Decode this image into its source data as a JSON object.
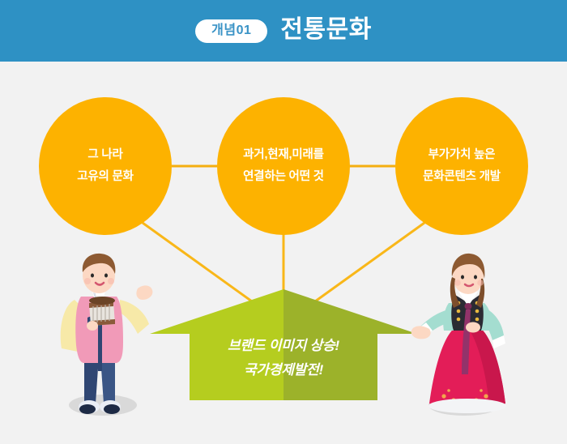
{
  "header": {
    "badge_label": "개념01",
    "title": "전통문화",
    "background_color": "#2e91c4",
    "badge_background": "#ffffff",
    "badge_text_color": "#3a93c6"
  },
  "palette": {
    "page_background": "#f2f2f2",
    "circle_fill": "#fdb200",
    "connector_line": "#f4ae10",
    "arrow_light_green": "#b5cd1f",
    "arrow_dark_green": "#9cb22a",
    "text_white": "#ffffff"
  },
  "concepts": [
    {
      "id": "concept-1",
      "line1": "그 나라",
      "line2": "고유의 문화"
    },
    {
      "id": "concept-2",
      "line1": "과거,현재,미래를",
      "line2": "연결하는 어떤 것"
    },
    {
      "id": "concept-3",
      "line1": "부가가치 높은",
      "line2": "문화콘텐츠 개발"
    }
  ],
  "outcome": {
    "line1": "브랜드 이미지 상승!",
    "line2": "국가경제발전!"
  },
  "illustrations": {
    "left": {
      "name": "man-in-hanbok-with-drum",
      "description": "남성 한복 캐릭터"
    },
    "right": {
      "name": "woman-in-hanbok",
      "description": "여성 한복 캐릭터"
    }
  }
}
